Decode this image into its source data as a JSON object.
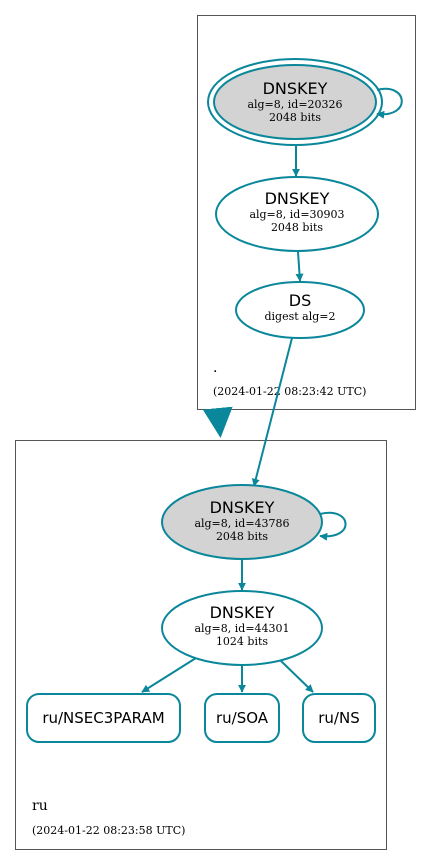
{
  "colors": {
    "edge": "#0a879a",
    "key_signing_fill": "#d3d3d3",
    "node_fill": "#ffffff",
    "zone_border": "#555555"
  },
  "zones": {
    "root": {
      "name": ".",
      "timestamp": "(2024-01-22 08:23:42 UTC)"
    },
    "ru": {
      "name": "ru",
      "timestamp": "(2024-01-22 08:23:58 UTC)"
    }
  },
  "nodes": {
    "root_ksk": {
      "title": "DNSKEY",
      "line1": "alg=8, id=20326",
      "line2": "2048 bits"
    },
    "root_zsk": {
      "title": "DNSKEY",
      "line1": "alg=8, id=30903",
      "line2": "2048 bits"
    },
    "root_ds": {
      "title": "DS",
      "line1": "digest alg=2"
    },
    "ru_ksk": {
      "title": "DNSKEY",
      "line1": "alg=8, id=43786",
      "line2": "2048 bits"
    },
    "ru_zsk": {
      "title": "DNSKEY",
      "line1": "alg=8, id=44301",
      "line2": "1024 bits"
    }
  },
  "records": {
    "nsec3param": "ru/NSEC3PARAM",
    "soa": "ru/SOA",
    "ns": "ru/NS"
  }
}
